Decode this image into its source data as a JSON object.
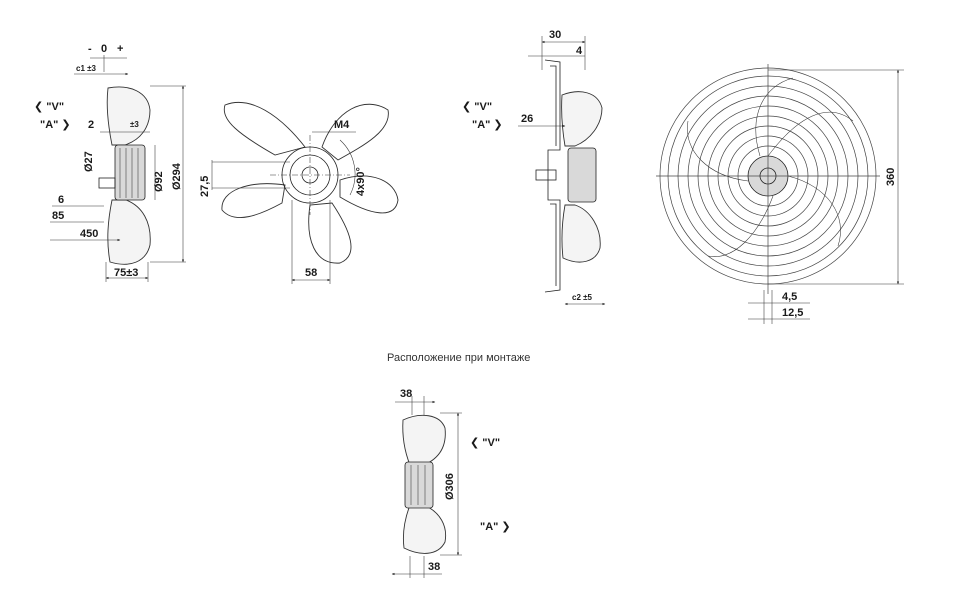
{
  "views": {
    "side_view_1": {
      "tolerance_marks": [
        "-",
        "0",
        "+"
      ],
      "c1_label": "c1 ±3",
      "arrow_v": "\"V\"",
      "arrow_a": "\"A\"",
      "dim_2": "2",
      "dim_pm3": "±3",
      "dia_27": "Ø27",
      "dia_92": "Ø92",
      "dia_294": "Ø294",
      "dim_6": "6",
      "dim_85": "85",
      "dim_450": "450",
      "dim_75": "75±3"
    },
    "front_view_1": {
      "m4": "M4",
      "holes": "4x90°",
      "dim_27_5": "27,5",
      "dim_58": "58"
    },
    "side_view_2": {
      "dim_30": "30",
      "dim_4": "4",
      "arrow_v": "\"V\"",
      "arrow_a": "\"A\"",
      "dim_26": "26",
      "c2_label": "c2 ±5"
    },
    "front_view_2": {
      "dim_360": "360",
      "dim_4_5": "4,5",
      "dim_12_5": "12,5"
    },
    "mount_view": {
      "caption": "Расположение при монтаже",
      "dim_38_top": "38",
      "dim_38_bottom": "38",
      "dia_306": "Ø306",
      "arrow_v": "\"V\"",
      "arrow_a": "\"A\""
    }
  },
  "colors": {
    "line": "#222222",
    "background": "#ffffff",
    "motor_fill": "#d9d9d9"
  }
}
